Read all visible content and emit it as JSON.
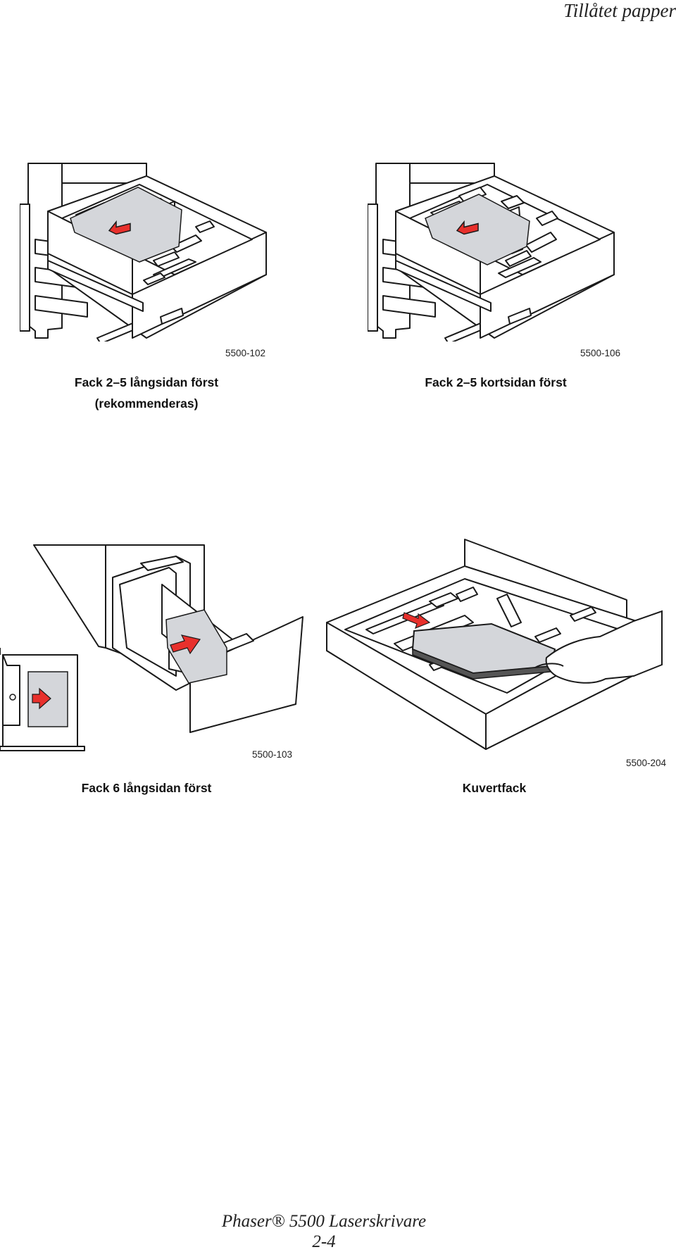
{
  "header": {
    "section_title": "Tillåtet papper"
  },
  "figures": [
    {
      "code": "5500-102",
      "caption_line1": "Fack 2–5 långsidan först",
      "caption_line2": "(rekommenderas)"
    },
    {
      "code": "5500-106",
      "caption_line1": "Fack 2–5 kortsidan först"
    },
    {
      "code": "5500-103",
      "caption_line1": "Fack 6 långsidan först"
    },
    {
      "code": "5500-204",
      "caption_line1": "Kuvertfack"
    }
  ],
  "footer": {
    "product": "Phaser® 5500 Laserskrivare",
    "page_number": "2-4"
  },
  "colors": {
    "arrow": "#e8302c",
    "paper": "#d4d6da",
    "line": "#1a1a1a"
  },
  "icons": [
    "paper-load-arrow-icon"
  ]
}
